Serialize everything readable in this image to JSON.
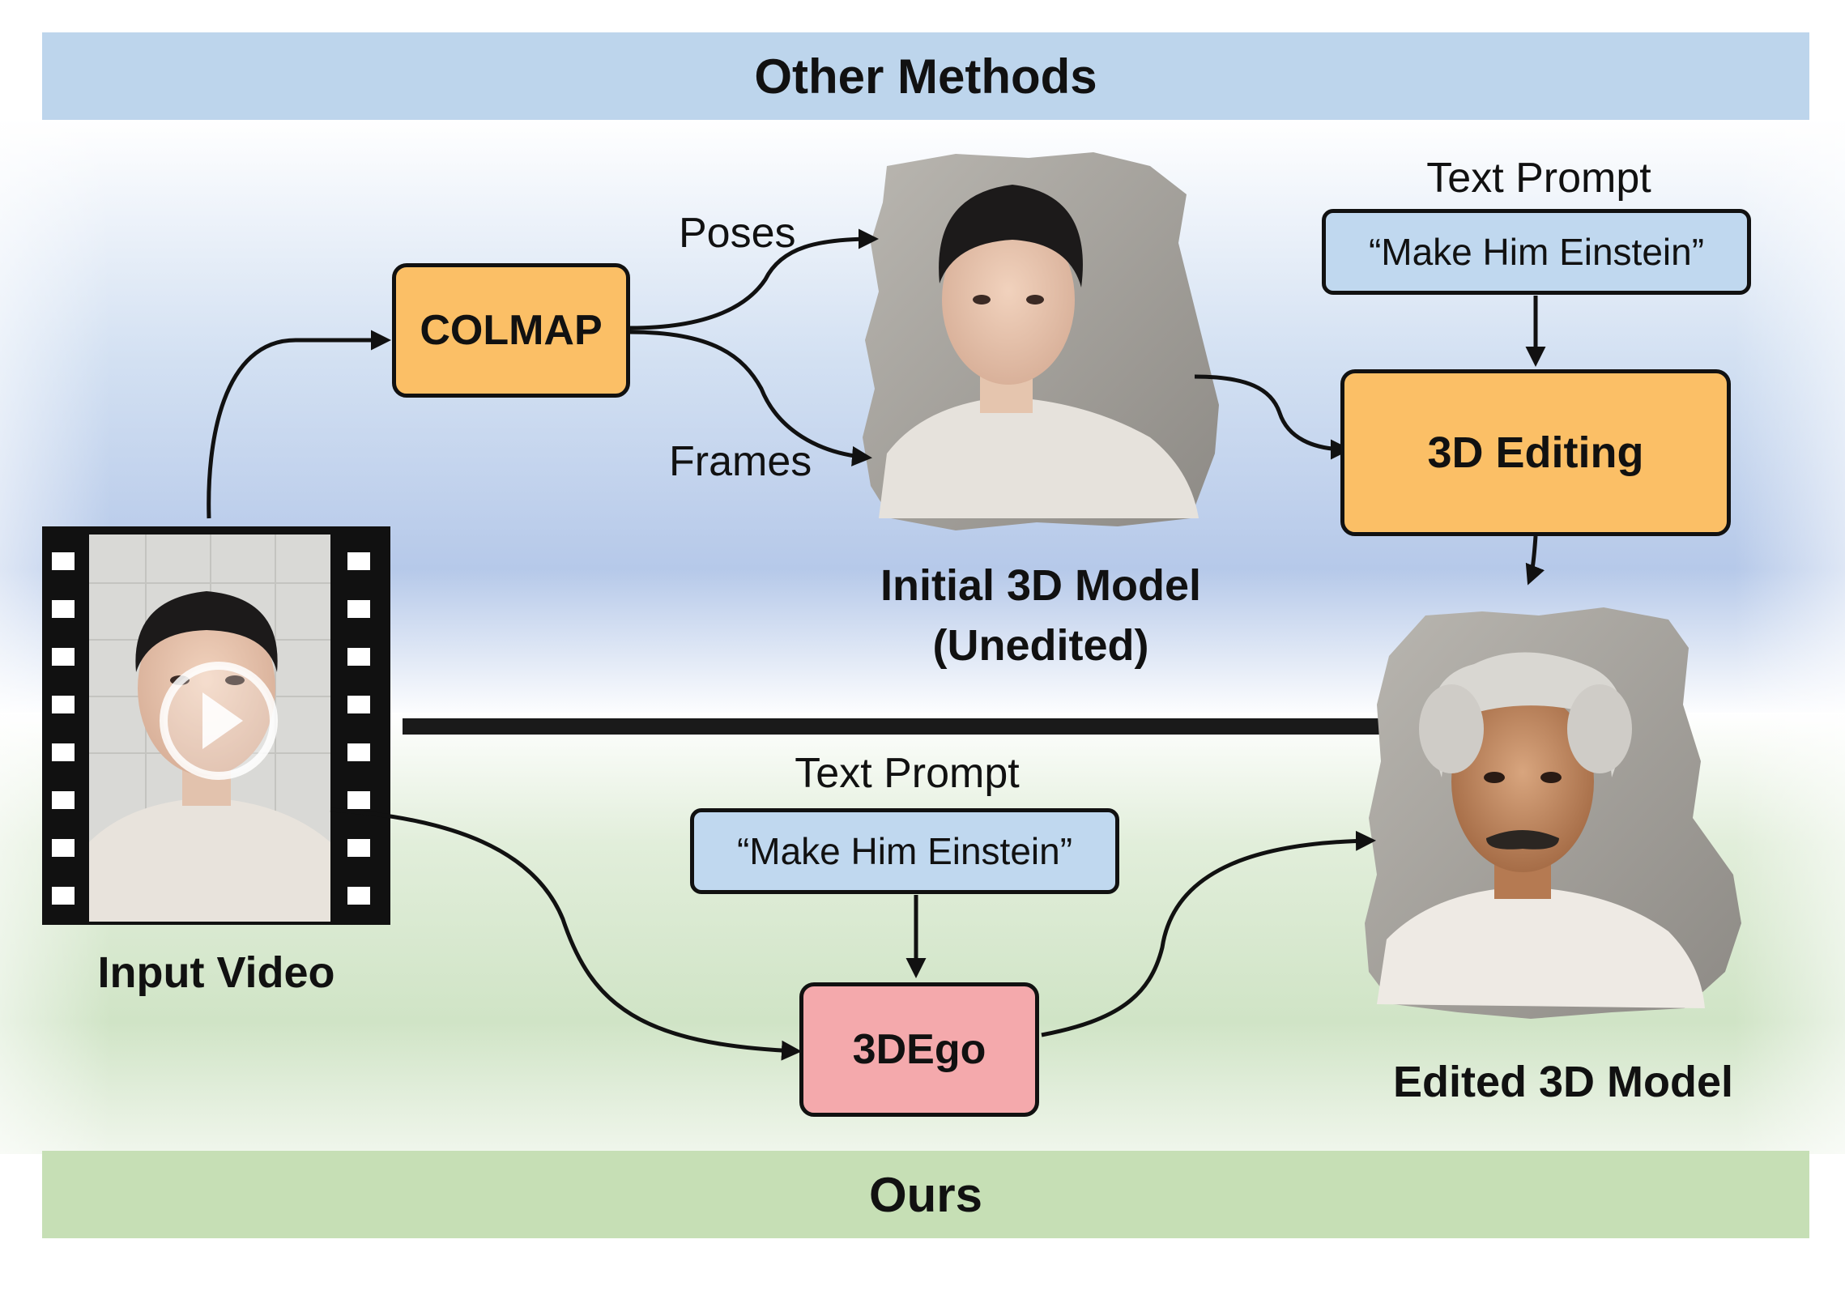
{
  "sections": {
    "top_title": "Other Methods",
    "bottom_title": "Ours"
  },
  "nodes": {
    "colmap": "COLMAP",
    "editing": "3D Editing",
    "ours": "3DEgo"
  },
  "edge_labels": {
    "poses": "Poses",
    "frames": "Frames"
  },
  "prompts": {
    "top_heading": "Text Prompt",
    "top_text": "“Make Him Einstein”",
    "bottom_heading": "Text Prompt",
    "bottom_text": "“Make Him Einstein”"
  },
  "captions": {
    "input_video": "Input Video",
    "initial_line1": "Initial 3D Model",
    "initial_line2": "(Unedited)",
    "edited": "Edited 3D Model"
  },
  "colors": {
    "top_band": "#bdd5ec",
    "bottom_band": "#c6dfb5",
    "process_box": "#fbbf66",
    "prompt_box": "#c0d8ef",
    "ours_box": "#f4a9ac"
  },
  "icons": [
    "play-icon",
    "film-strip-icon",
    "person-photo",
    "einstein-photo"
  ]
}
